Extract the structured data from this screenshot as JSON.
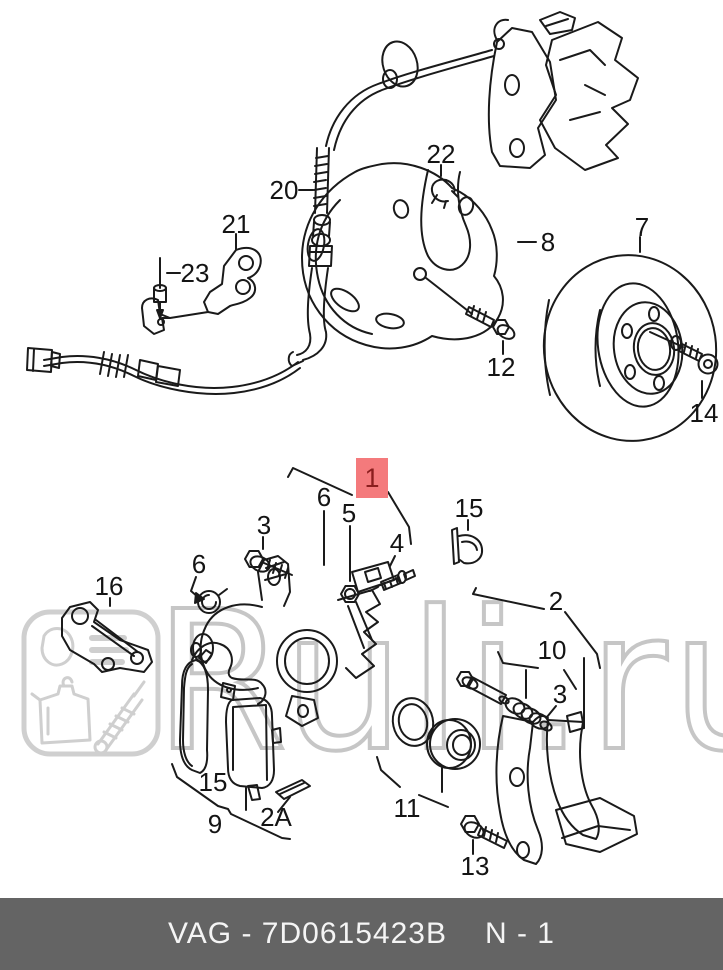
{
  "colors": {
    "highlight_bg": "#f47a7c",
    "highlight_text": "#8b1e1e",
    "bar_bg": "#646464",
    "bar_text": "#f5f5f5",
    "line": "#1a1a1a",
    "watermark": "#c6c6c6"
  },
  "watermark": {
    "text": "Ruli.ru"
  },
  "callouts": [
    {
      "id": "parking-brake-cable",
      "label": "20"
    },
    {
      "id": "cable-bracket",
      "label": "21"
    },
    {
      "id": "securing-pin",
      "label": "23"
    },
    {
      "id": "retaining-clip",
      "label": "22"
    },
    {
      "id": "splash-shield",
      "label": "8"
    },
    {
      "id": "shield-bolt",
      "label": "12"
    },
    {
      "id": "brake-disc",
      "label": "7"
    },
    {
      "id": "disc-screw",
      "label": "14"
    },
    {
      "id": "brake-caliper-assembly",
      "label": "1",
      "highlighted": true
    },
    {
      "id": "cap-top",
      "label": "6"
    },
    {
      "id": "self-locking-nut",
      "label": "5"
    },
    {
      "id": "hex-bolt-upper",
      "label": "3"
    },
    {
      "id": "stud",
      "label": "4"
    },
    {
      "id": "clip-right",
      "label": "15"
    },
    {
      "id": "spring-left",
      "label": "6"
    },
    {
      "id": "lever-bracket",
      "label": "16"
    },
    {
      "id": "pad-clip-bottom",
      "label": "15"
    },
    {
      "id": "brake-pad-set",
      "label": "9"
    },
    {
      "id": "shim",
      "label": "2A"
    },
    {
      "id": "repair-kit",
      "label": "11"
    },
    {
      "id": "caliper-carrier",
      "label": "2"
    },
    {
      "id": "guide-kit",
      "label": "10"
    },
    {
      "id": "guide-bushing",
      "label": "3"
    },
    {
      "id": "carrier-bolt",
      "label": "13"
    }
  ],
  "footer": {
    "catalog_code": "VAG - 7D0615423B",
    "page_code": "N - 1"
  }
}
